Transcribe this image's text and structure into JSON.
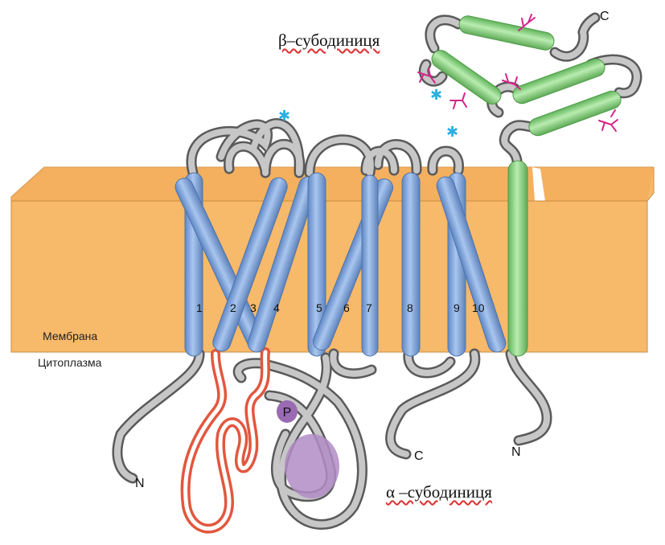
{
  "labels": {
    "beta_subunit": "β–субодиниця",
    "alpha_subunit": "α –субодиниця",
    "membrane": "Мембрана",
    "cytoplasm": "Цитоплазма",
    "phosphate": "P",
    "n_term_alpha": "N",
    "c_term_alpha": "C",
    "n_term_beta": "N",
    "c_term_beta": "C"
  },
  "helix_numbers": [
    "1",
    "2",
    "3",
    "4",
    "5",
    "6",
    "7",
    "8",
    "9",
    "10"
  ],
  "colors": {
    "membrane": "#f7b96a",
    "membrane_edge": "#c98a3e",
    "alpha_helix": "#8fb3e3",
    "beta_helix": "#9fdc95",
    "loop": "#9c9c9c",
    "red_loop": "#f08066",
    "phosphate": "#9a6ab2",
    "glycan": "#d6248a",
    "asterisk": "#2ab0e0"
  }
}
